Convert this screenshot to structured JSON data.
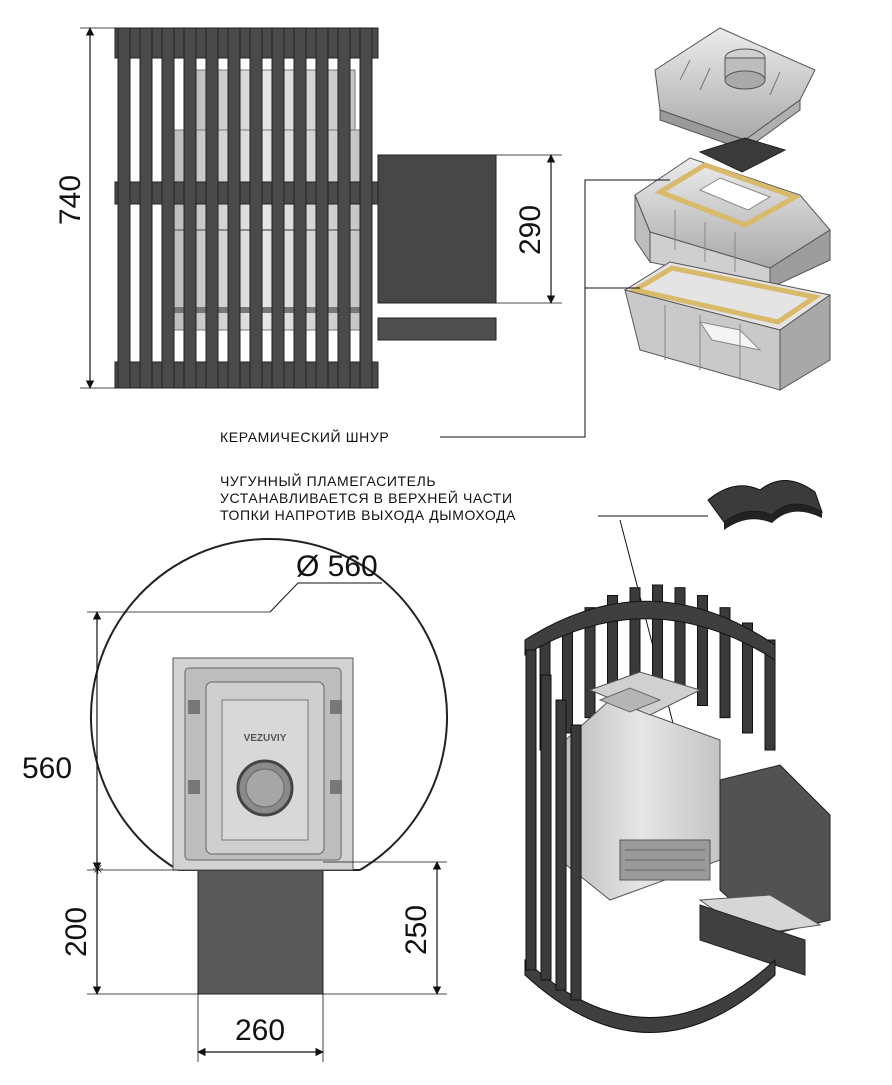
{
  "dimensions": {
    "height_total": "740",
    "flue_height": "290",
    "diameter": "Ø 560",
    "depth": "560",
    "tunnel_offset": "200",
    "tunnel_length": "250",
    "tunnel_width": "260"
  },
  "annotations": {
    "ceramic_cord": "КЕРАМИЧЕСКИЙ ШНУР",
    "flame_arrester_line1": "ЧУГУННЫЙ ПЛАМЕГАСИТЕЛЬ",
    "flame_arrester_line2": "УСТАНАВЛИВАЕТСЯ В ВЕРХНЕЙ ЧАСТИ",
    "flame_arrester_line3": "ТОПКИ НАПРОТИВ ВЫХОДА ДЫМОХОДА"
  },
  "brand": {
    "door_logo": "VEZUVIY"
  },
  "colors": {
    "steel": "#4a4a4a",
    "cast_iron_light": "#d8d8d8",
    "cast_iron_dark": "#8c8c8c",
    "cord": "#d9b96a",
    "line": "#111111"
  }
}
